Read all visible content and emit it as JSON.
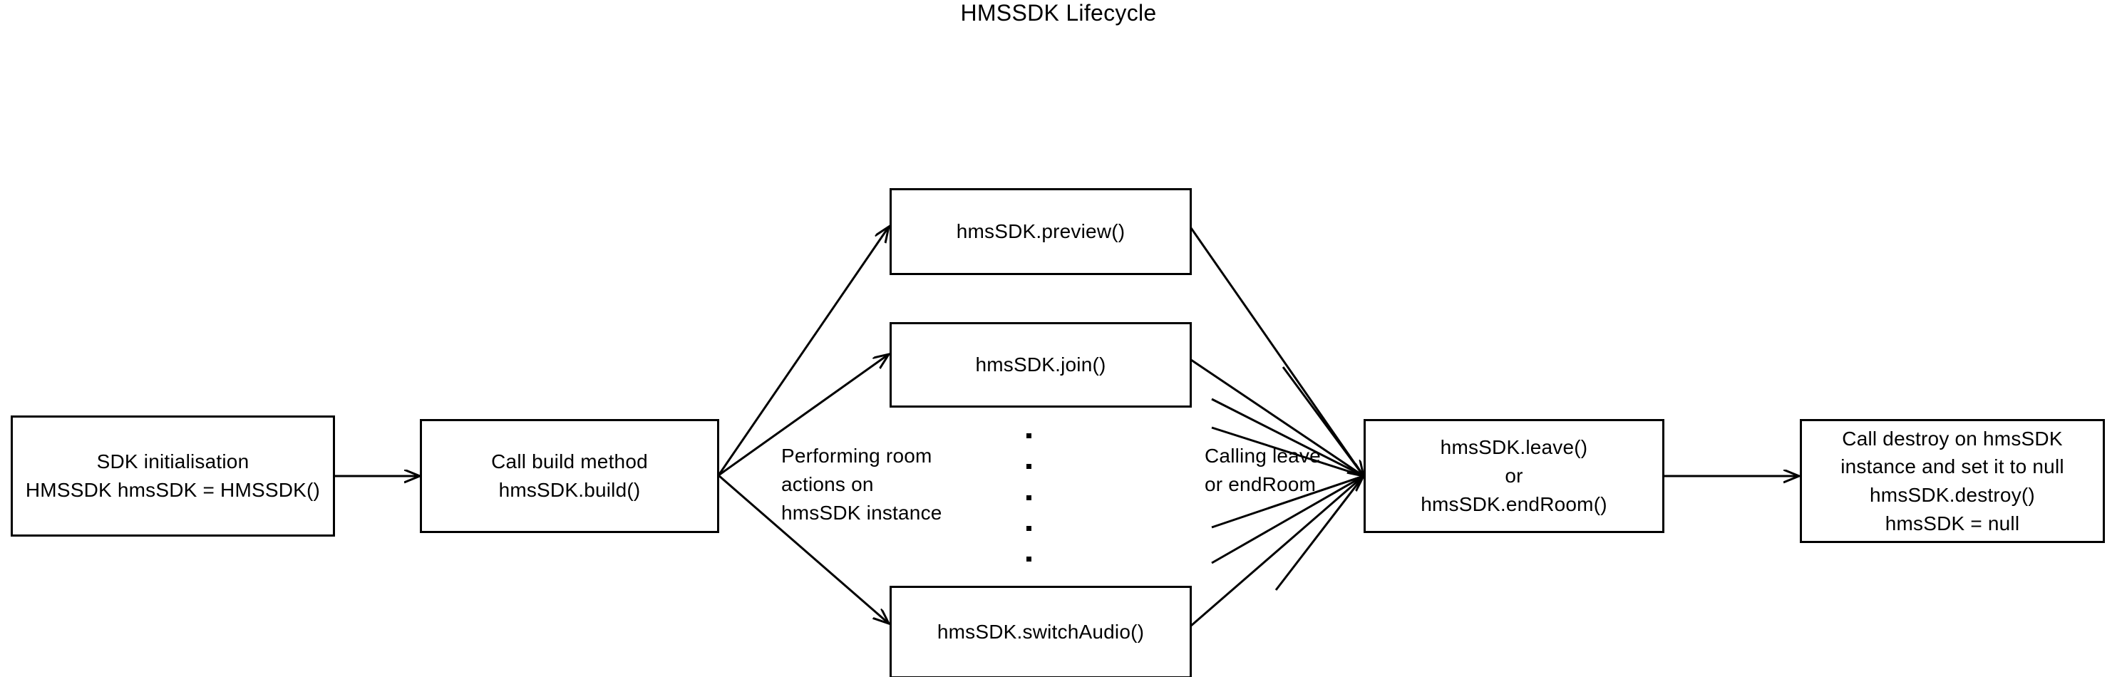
{
  "title": "HMSSDK Lifecycle",
  "colors": {
    "background": "#ffffff",
    "stroke": "#000000",
    "text": "#000000"
  },
  "nodes": {
    "init": {
      "lines": [
        "SDK initialisation",
        "HMSSDK hmsSDK = HMSSDK()"
      ]
    },
    "build": {
      "lines": [
        "Call build method",
        "hmsSDK.build()"
      ]
    },
    "preview": {
      "lines": [
        "hmsSDK.preview()"
      ]
    },
    "join": {
      "lines": [
        "hmsSDK.join()"
      ]
    },
    "switch_audio": {
      "lines": [
        "hmsSDK.switchAudio()"
      ]
    },
    "leave": {
      "lines": [
        "hmsSDK.leave()",
        "or",
        "hmsSDK.endRoom()"
      ]
    },
    "destroy": {
      "lines": [
        "Call destroy on hmsSDK",
        "instance and set it to null",
        "hmsSDK.destroy()",
        "hmsSDK = null"
      ]
    }
  },
  "edge_labels": {
    "performing": {
      "lines": [
        "Performing room",
        "actions on",
        "hmsSDK instance"
      ]
    },
    "calling": {
      "lines": [
        "Calling leave",
        "or endRoom"
      ]
    }
  },
  "ellipsis": {
    "dot_count": 5,
    "meaning": "more room actions"
  }
}
